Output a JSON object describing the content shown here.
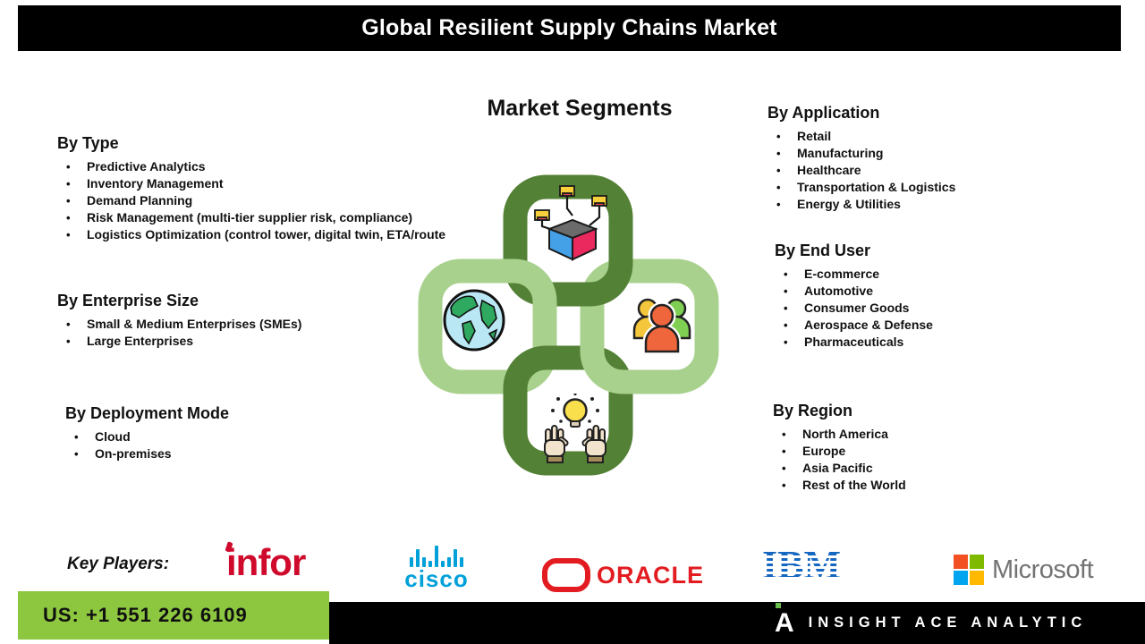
{
  "title": "Global Resilient Supply Chains Market",
  "subtitle": "Market Segments",
  "segments": {
    "left": [
      {
        "heading": "By Type",
        "items": [
          "Predictive Analytics",
          "Inventory Management",
          "Demand Planning",
          "Risk Management (multi-tier supplier risk, compliance)",
          "Logistics Optimization (control tower, digital twin, ETA/route"
        ]
      },
      {
        "heading": "By Enterprise Size",
        "items": [
          "Small & Medium Enterprises (SMEs)",
          "Large Enterprises"
        ]
      },
      {
        "heading": "By Deployment Mode",
        "items": [
          "Cloud",
          "On-premises"
        ]
      }
    ],
    "right": [
      {
        "heading": "By Application",
        "items": [
          "Retail",
          "Manufacturing",
          "Healthcare",
          "Transportation & Logistics",
          "Energy & Utilities"
        ]
      },
      {
        "heading": "By End User",
        "items": [
          "E-commerce",
          "Automotive",
          "Consumer Goods",
          "Aerospace & Defense",
          "Pharmaceuticals"
        ]
      },
      {
        "heading": "By Region",
        "items": [
          "North America",
          "Europe",
          "Asia Pacific",
          "Rest of the World"
        ]
      }
    ]
  },
  "chain": {
    "icon_names": [
      "supply-box-icon",
      "globe-icon",
      "team-icon",
      "idea-hands-icon"
    ]
  },
  "key_players": {
    "label": "Key Players:",
    "companies": [
      "Infor",
      "Cisco",
      "Oracle",
      "IBM",
      "Microsoft"
    ],
    "logos": {
      "infor": "infor",
      "cisco": "cisco",
      "oracle": "ORACLE",
      "ibm": "IBM",
      "microsoft": "Microsoft"
    }
  },
  "footer": {
    "phone": "US: +1 551 226 6109",
    "brand": "INSIGHT ACE ANALYTIC"
  },
  "colors": {
    "banner_bg": "#000000",
    "chain_dark_green": "#538135",
    "chain_light_green": "#A9D18E",
    "phone_box_green": "#8DC63F",
    "infor_red": "#CF0A2C",
    "cisco_blue": "#00A0D9",
    "oracle_red": "#E21C21",
    "ibm_blue": "#1466C0",
    "microsoft_text_gray": "#737373",
    "ms_red": "#F25022",
    "ms_green": "#7FBA00",
    "ms_blue": "#00A4EF",
    "ms_yellow": "#FFB900"
  }
}
